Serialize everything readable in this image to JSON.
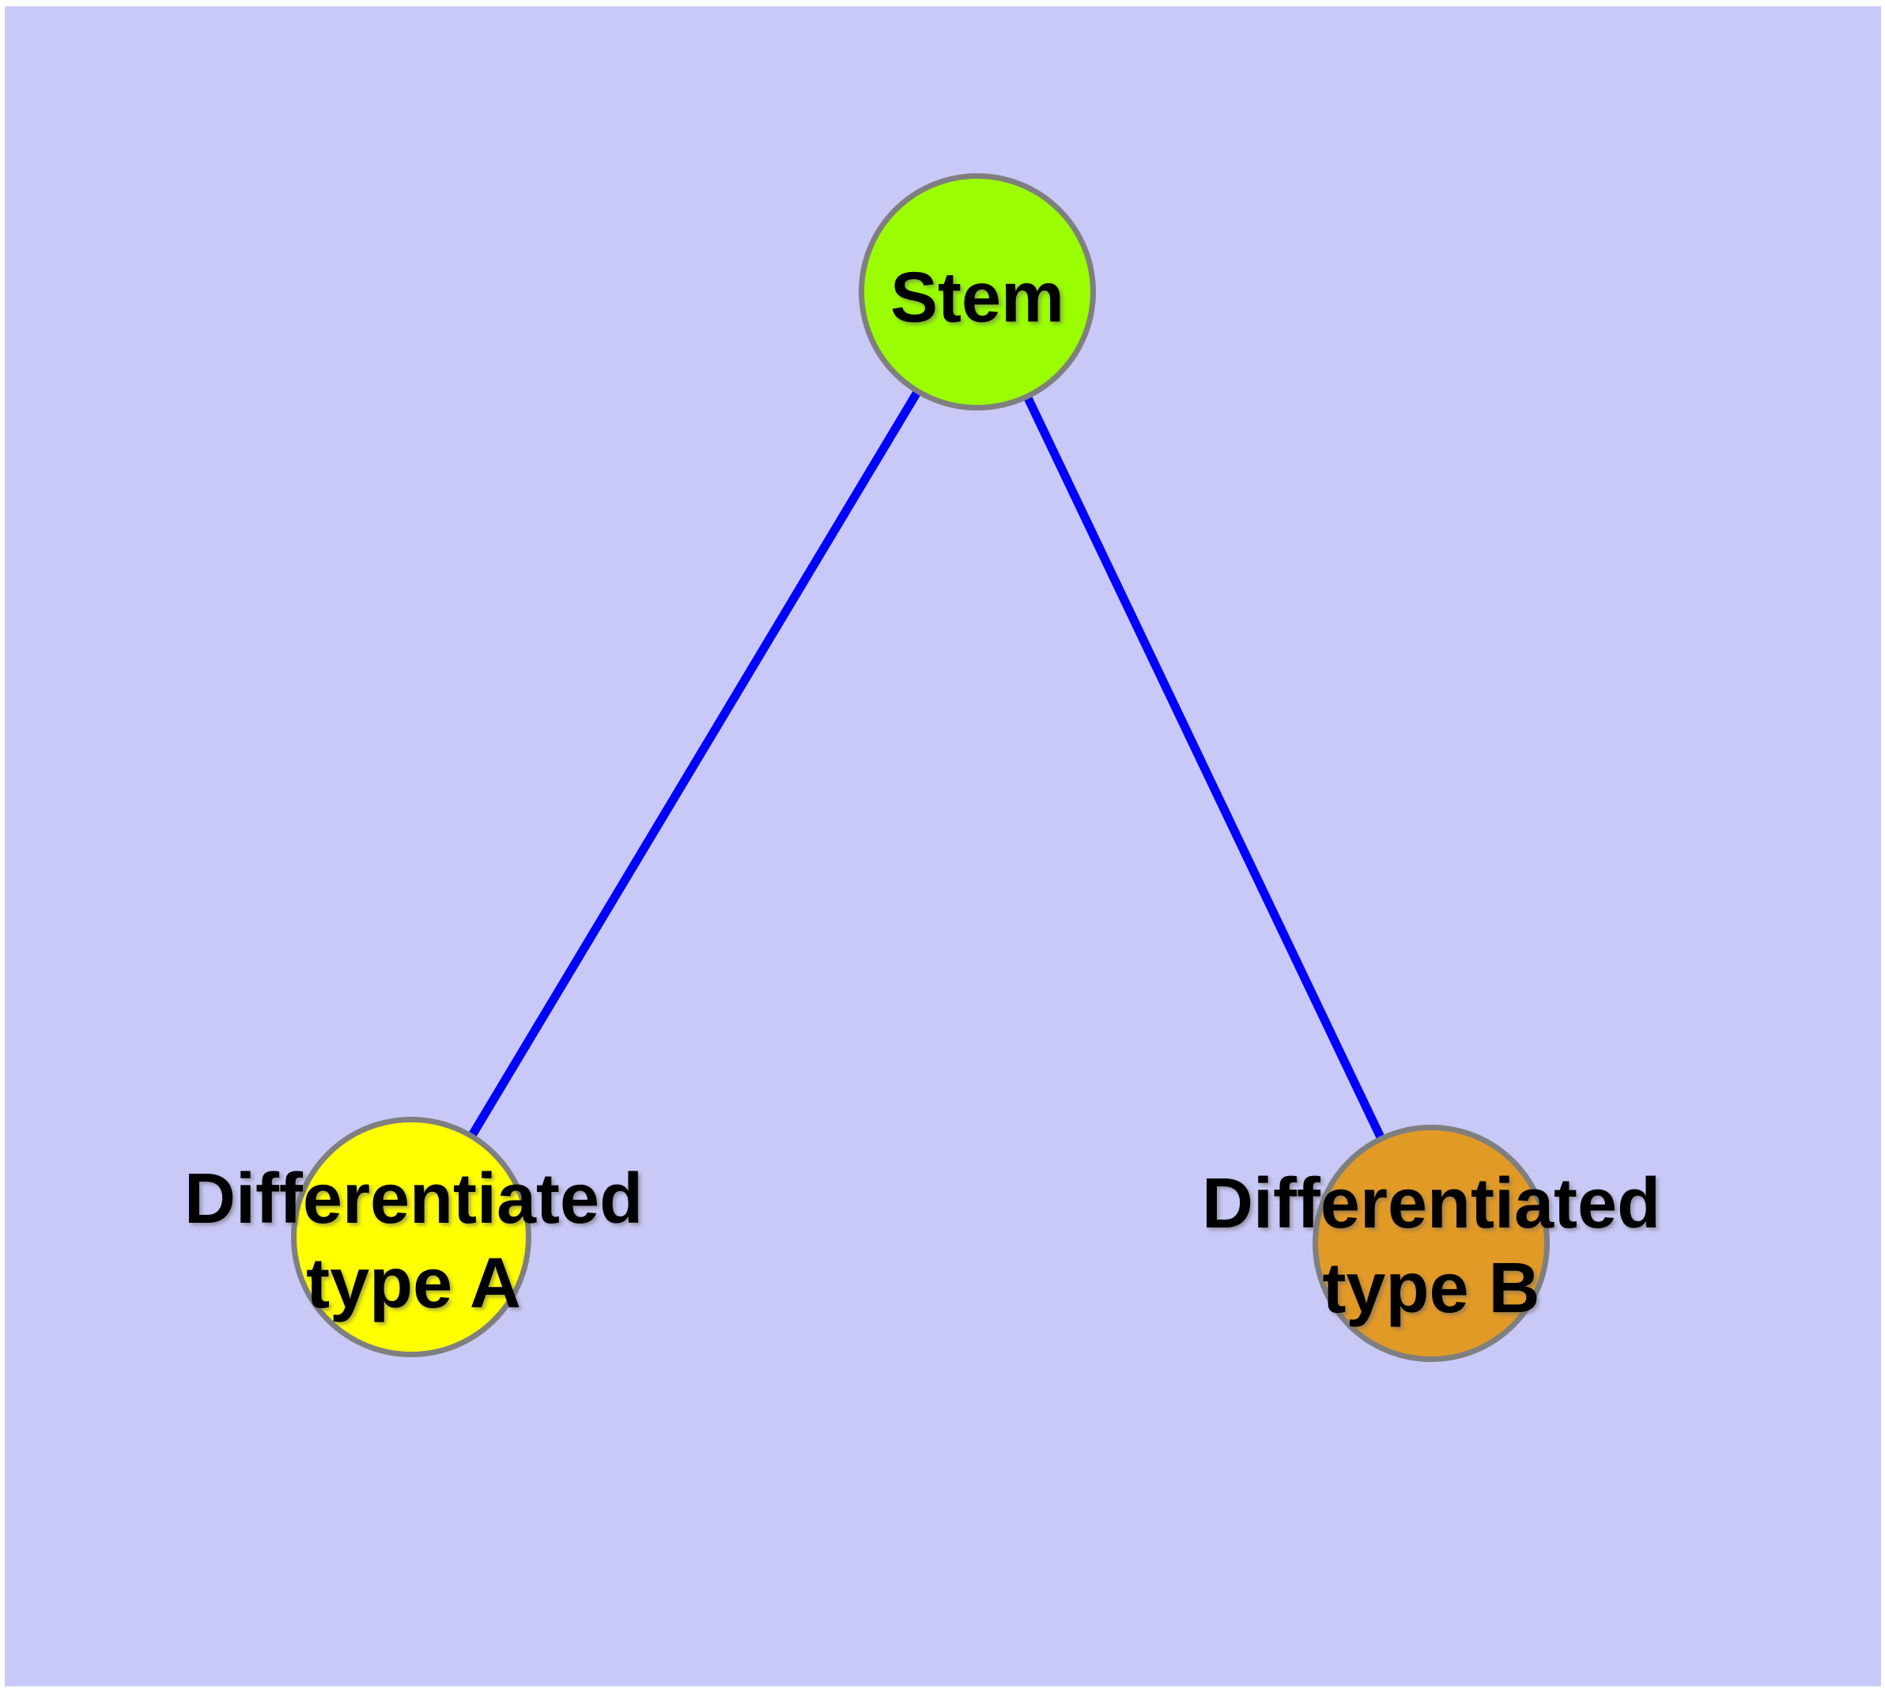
{
  "diagram": {
    "type": "graph",
    "colors": {
      "background": "#C9C9F7",
      "margin": "#FFFFFF",
      "edge": "#0000FF",
      "node_border": "#7F7F7F",
      "label": "#000000"
    },
    "nodes": [
      {
        "id": "stem",
        "label": "Stem",
        "color": "#9AFE00"
      },
      {
        "id": "differentiated-type-a",
        "label": "Differentiated\ntype A",
        "color": "#FFFF00"
      },
      {
        "id": "differentiated-type-b",
        "label": "Differentiated\ntype B",
        "color": "#E29A26"
      }
    ],
    "edges": [
      {
        "from": "stem",
        "to": "differentiated-type-a"
      },
      {
        "from": "stem",
        "to": "differentiated-type-b"
      }
    ]
  }
}
